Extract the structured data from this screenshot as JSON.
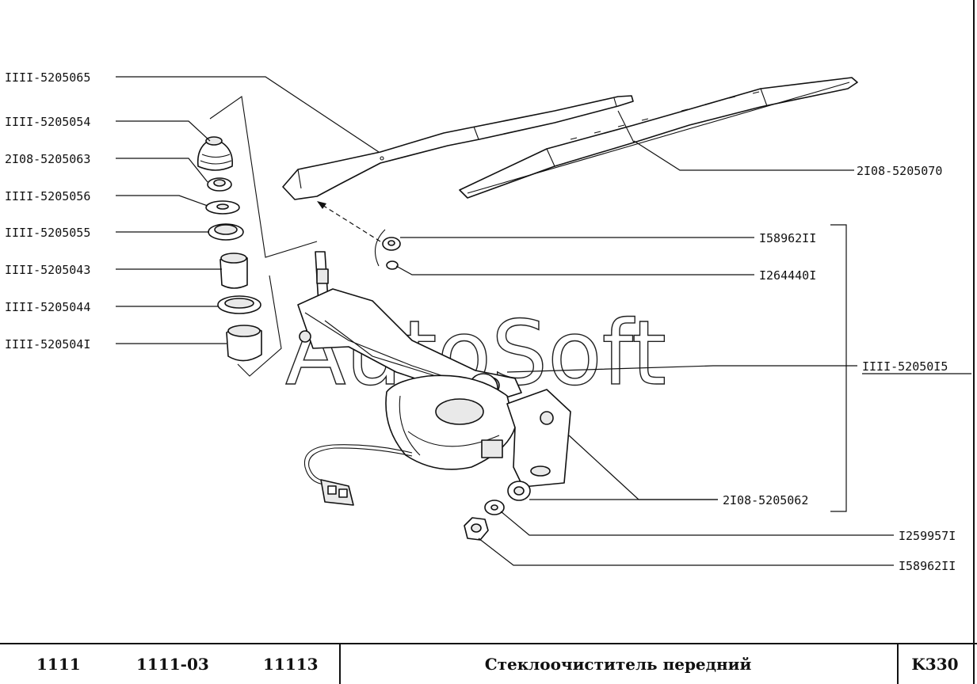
{
  "watermark": "AutoSoft",
  "callouts": [
    {
      "id": "c1",
      "text": "IIII-5205065"
    },
    {
      "id": "c2",
      "text": "IIII-5205054"
    },
    {
      "id": "c3",
      "text": "2I08-5205063"
    },
    {
      "id": "c4",
      "text": "IIII-5205056"
    },
    {
      "id": "c5",
      "text": "IIII-5205055"
    },
    {
      "id": "c6",
      "text": "IIII-5205043"
    },
    {
      "id": "c7",
      "text": "IIII-5205044"
    },
    {
      "id": "c8",
      "text": "IIII-520504I"
    },
    {
      "id": "c9",
      "text": "2I08-5205070"
    },
    {
      "id": "c10",
      "text": "I58962II"
    },
    {
      "id": "c11",
      "text": "I264440I"
    },
    {
      "id": "c12",
      "text": "IIII-52050I5"
    },
    {
      "id": "c13",
      "text": "2I08-5205062"
    },
    {
      "id": "c14",
      "text": "I259957I"
    },
    {
      "id": "c15",
      "text": "I58962II"
    }
  ],
  "footer": {
    "models": [
      "1111",
      "1111-03",
      "11113"
    ],
    "title": "Стеклоочиститель передний",
    "code": "K330"
  }
}
